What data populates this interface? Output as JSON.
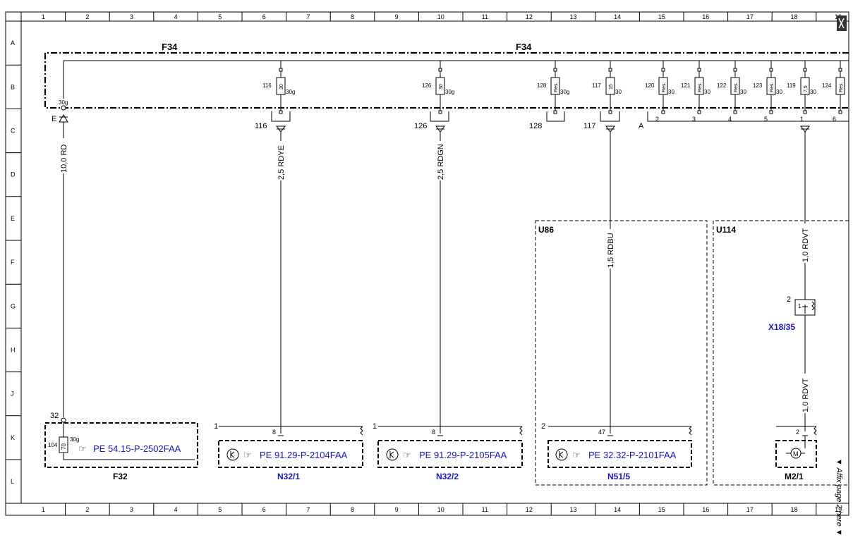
{
  "grid": {
    "cols": [
      "1",
      "2",
      "3",
      "4",
      "5",
      "6",
      "7",
      "8",
      "9",
      "10",
      "11",
      "12",
      "13",
      "14",
      "15",
      "16",
      "17",
      "18",
      "19"
    ],
    "rows": [
      "A",
      "B",
      "C",
      "D",
      "E",
      "F",
      "G",
      "H",
      "J",
      "K",
      "L"
    ]
  },
  "fuse_box": {
    "label_left": "F34",
    "label_mid": "F34",
    "ground_letter": "E",
    "ground_pin": "30g",
    "bus_a": "A",
    "fuses": [
      {
        "no": "116",
        "rating": "30",
        "term": "30g"
      },
      {
        "no": "126",
        "rating": "30",
        "term": "30g"
      },
      {
        "no": "128",
        "rating": "Res.",
        "term": "30g"
      },
      {
        "no": "117",
        "rating": "15",
        "term": "30"
      },
      {
        "no": "120",
        "rating": "Res.",
        "term": "30"
      },
      {
        "no": "121",
        "rating": "Res.",
        "term": "30"
      },
      {
        "no": "122",
        "rating": "Res.",
        "term": "30"
      },
      {
        "no": "123",
        "rating": "Res.",
        "term": "30"
      },
      {
        "no": "119",
        "rating": "7,5",
        "term": "30"
      },
      {
        "no": "124",
        "rating": "Res.",
        "term": ""
      }
    ],
    "connector_labels": [
      "116",
      "126",
      "128",
      "117"
    ],
    "bus_pins": [
      "2",
      "3",
      "4",
      "5",
      "1",
      "6"
    ]
  },
  "wires": [
    {
      "label": "10,0 RD"
    },
    {
      "label": "2,5 RDYE"
    },
    {
      "label": "2,5 RDGN"
    },
    {
      "label": "1,5 RDBU"
    },
    {
      "label": "1,0 RDVT"
    },
    {
      "label": "1,0 RDVT"
    }
  ],
  "areas": [
    {
      "label": "U86"
    },
    {
      "label": "U114"
    }
  ],
  "components": [
    {
      "name": "F32",
      "ref": "PE 54.15-P-2502FAA",
      "pin_top": "32",
      "fuse_no": "104",
      "rating": "70",
      "term": "30g"
    },
    {
      "name": "N32/1",
      "ref": "PE 91.29-P-2104FAA",
      "pin_left": "1",
      "pin": "8"
    },
    {
      "name": "N32/2",
      "ref": "PE 91.29-P-2105FAA",
      "pin_left": "1",
      "pin": "8"
    },
    {
      "name": "N51/5",
      "ref": "PE 32.32-P-2101FAA",
      "pin_left": "2",
      "pin": "47"
    },
    {
      "name": "M2/1",
      "ref": "",
      "pin": "2",
      "symbol": "M"
    }
  ],
  "connector_x18": {
    "name": "X18/35",
    "pin_left": "2",
    "pin": "1"
  },
  "margin_note": "▼ Affix page 2 here ▼",
  "corner_icon": "scissors-icon"
}
